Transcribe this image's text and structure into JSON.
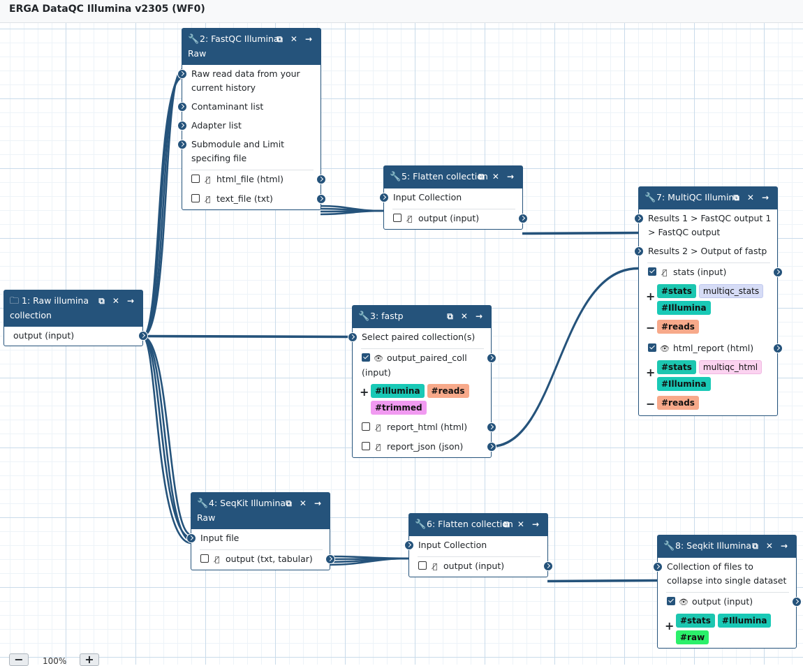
{
  "page": {
    "title": "ERGA DataQC Illumina v2305 (WF0)"
  },
  "icons": {
    "tool": "wrench-icon",
    "input": "folder-icon",
    "copy": "copy-icon",
    "delete": "close-icon",
    "open": "arrow-right-icon"
  },
  "colors": {
    "node_header": "#25537b",
    "link": "#25537b"
  },
  "nodes": [
    {
      "title": "1: Raw illumina collection",
      "icon": "folder-icon",
      "inputs": [],
      "outputs": [
        {
          "label": "output (input)"
        }
      ]
    },
    {
      "title": "2: FastQC Illumina Raw",
      "icon": "wrench-icon",
      "inputs": [
        "Raw read data from your current history",
        "Contaminant list",
        "Adapter list",
        "Submodule and Limit specifing file"
      ],
      "outputs": [
        {
          "label": "html_file (html)",
          "checked": false,
          "visible": false
        },
        {
          "label": "text_file (txt)",
          "checked": false,
          "visible": false
        }
      ]
    },
    {
      "title": "3: fastp",
      "icon": "wrench-icon",
      "inputs": [
        "Select paired collection(s)"
      ],
      "outputs": [
        {
          "label": "output_paired_coll (input)",
          "checked": true,
          "visible": true,
          "tags": [
            "#Illumina",
            "#reads",
            "#trimmed"
          ]
        },
        {
          "label": "report_html (html)",
          "checked": false,
          "visible": false
        },
        {
          "label": "report_json (json)",
          "checked": false,
          "visible": false
        }
      ]
    },
    {
      "title": "4: SeqKit Illumina Raw",
      "icon": "wrench-icon",
      "inputs": [
        "Input file"
      ],
      "outputs": [
        {
          "label": "output (txt, tabular)",
          "checked": false,
          "visible": false
        }
      ]
    },
    {
      "title": "5: Flatten collection",
      "icon": "wrench-icon",
      "inputs": [
        "Input Collection"
      ],
      "outputs": [
        {
          "label": "output (input)",
          "checked": false,
          "visible": false
        }
      ]
    },
    {
      "title": "6: Flatten collection",
      "icon": "wrench-icon",
      "inputs": [
        "Input Collection"
      ],
      "outputs": [
        {
          "label": "output (input)",
          "checked": false,
          "visible": false
        }
      ]
    },
    {
      "title": "7: MultiQC Illumina",
      "icon": "wrench-icon",
      "inputs": [
        "Results 1 > FastQC output 1 > FastQC output",
        "Results 2 > Output of fastp"
      ],
      "outputs": [
        {
          "label": "stats (input)",
          "checked": true,
          "visible": false,
          "add_tags": [
            "#stats",
            "multiqc_stats",
            "#Illumina"
          ],
          "remove_tags": [
            "#reads"
          ]
        },
        {
          "label": "html_report (html)",
          "checked": true,
          "visible": true,
          "add_tags": [
            "#stats",
            "multiqc_html",
            "#Illumina"
          ],
          "remove_tags": [
            "#reads"
          ]
        }
      ]
    },
    {
      "title": "8: Seqkit Illumina",
      "icon": "wrench-icon",
      "inputs": [
        "Collection of files to collapse into single dataset"
      ],
      "outputs": [
        {
          "label": "output (input)",
          "checked": true,
          "visible": true,
          "tags": [
            "#stats",
            "#Illumina",
            "#raw"
          ]
        }
      ]
    }
  ],
  "zoom": {
    "minus": "−",
    "level": "100%",
    "plus": "+"
  }
}
